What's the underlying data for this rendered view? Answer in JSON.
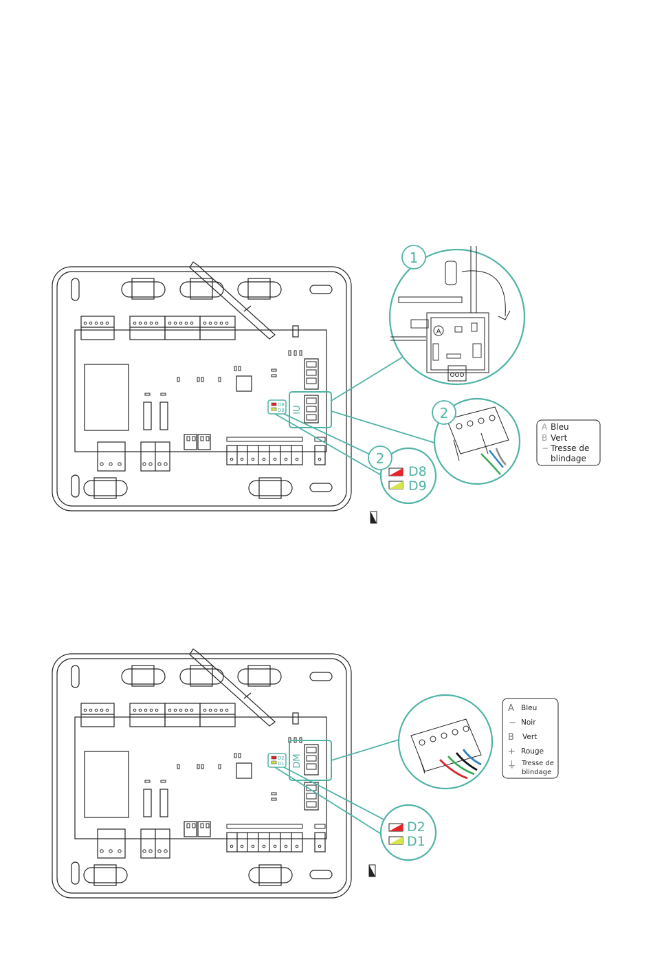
{
  "colors": {
    "teal": "#4fb3a5",
    "outline": "#222222",
    "led_red": "#e8242b",
    "led_yellow": "#d7e64a",
    "wire_green": "#35a853",
    "wire_blue": "#2f7fc1",
    "wire_red": "#d9262e",
    "wire_black": "#111111"
  },
  "top_diagram": {
    "port_label": "IU",
    "small_leds": [
      "D8",
      "D9"
    ],
    "step_badges": [
      "1",
      "2",
      "2"
    ],
    "connector_pin_label": "A",
    "led_callout": [
      {
        "swatch": "led-red",
        "label": "D8"
      },
      {
        "swatch": "led-yellow",
        "label": "D9"
      }
    ],
    "legend": [
      {
        "symbol": "A",
        "label": "Bleu"
      },
      {
        "symbol": "B",
        "label": "Vert"
      },
      {
        "symbol": "−",
        "label": "Tresse de"
      },
      {
        "symbol": "",
        "label": "blindage"
      }
    ]
  },
  "bottom_diagram": {
    "port_label": "DM",
    "small_leds": [
      "D2",
      "D1"
    ],
    "led_callout": [
      {
        "swatch": "led-red",
        "label": "D2"
      },
      {
        "swatch": "led-yellow",
        "label": "D1"
      }
    ],
    "legend": [
      {
        "symbol": "A",
        "label": "Bleu"
      },
      {
        "symbol": "−",
        "label": "Noir"
      },
      {
        "symbol": "B",
        "label": "Vert"
      },
      {
        "symbol": "+",
        "label": "Rouge"
      },
      {
        "symbol": "⏚",
        "label": "Tresse de"
      },
      {
        "symbol": "",
        "label": "blindage"
      }
    ]
  }
}
